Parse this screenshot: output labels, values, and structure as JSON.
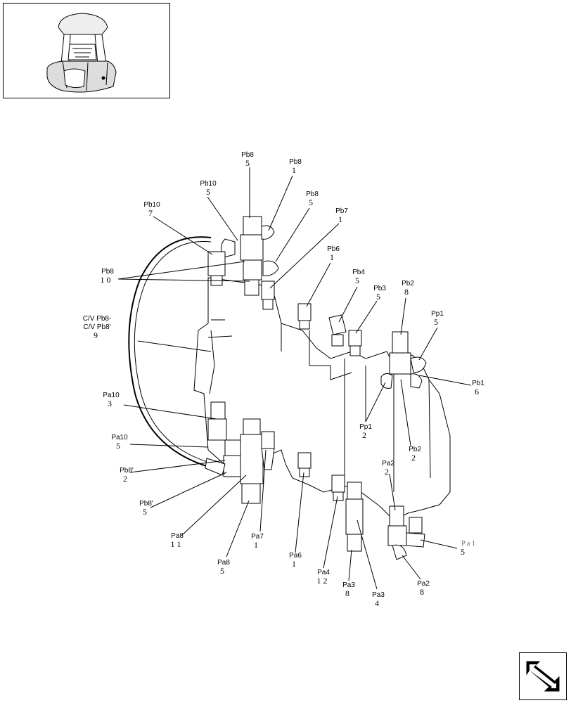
{
  "callouts": [
    {
      "code": "Pb8",
      "num": "5"
    },
    {
      "code": "Pb8",
      "num": "1"
    },
    {
      "code": "Pb10",
      "num": "5"
    },
    {
      "code": "Pb8",
      "num": "5"
    },
    {
      "code": "Pb10",
      "num": "7"
    },
    {
      "code": "Pb7",
      "num": "1"
    },
    {
      "code": "Pb6",
      "num": "1"
    },
    {
      "code": "Pb8",
      "num": "1 0"
    },
    {
      "code": "Pb4",
      "num": "5"
    },
    {
      "code": "Pb3",
      "num": "5"
    },
    {
      "code": "Pb2",
      "num": "8"
    },
    {
      "code": "Pp1",
      "num": "5"
    },
    {
      "code": "C/V Pb8-",
      "code2": "C/V Pb8'",
      "num": "9"
    },
    {
      "code": "Pb1",
      "num": "6"
    },
    {
      "code": "Pa10",
      "num": "3"
    },
    {
      "code": "Pp1",
      "num": "2"
    },
    {
      "code": "Pb2",
      "num": "2"
    },
    {
      "code": "Pa10",
      "num": "5"
    },
    {
      "code": "Pb8'",
      "num": "2"
    },
    {
      "code": "Pa2",
      "num": "2"
    },
    {
      "code": "Pb8'",
      "num": "5"
    },
    {
      "code": "Pa8",
      "num": "1 1"
    },
    {
      "code": "Pa7",
      "num": "1"
    },
    {
      "code": "P a 1",
      "num": "5"
    },
    {
      "code": "Pa6",
      "num": "1"
    },
    {
      "code": "Pa8",
      "num": "5"
    },
    {
      "code": "Pa4",
      "num": "1 2"
    },
    {
      "code": "Pa3",
      "num": "8"
    },
    {
      "code": "Pa3",
      "num": "4"
    },
    {
      "code": "Pa2",
      "num": "8"
    }
  ]
}
